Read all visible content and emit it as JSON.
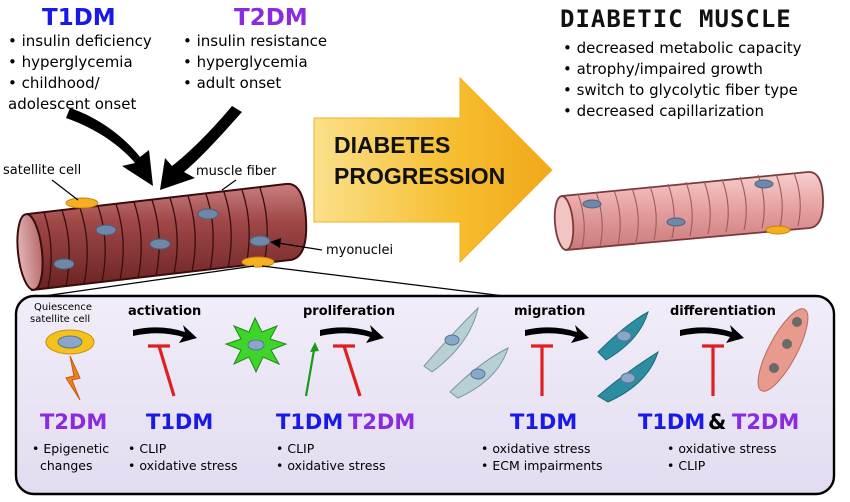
{
  "top_left": {
    "t1dm": {
      "title": "T1DM",
      "bullets": [
        "• insulin deficiency",
        "• hyperglycemia",
        "• childhood/",
        "adolescent onset"
      ]
    },
    "t2dm": {
      "title": "T2DM",
      "bullets": [
        "• insulin resistance",
        "• hyperglycemia",
        "• adult onset"
      ]
    },
    "labels": {
      "satellite_cell": "satellite cell",
      "muscle_fiber": "muscle fiber",
      "myonuclei": "myonuclei"
    }
  },
  "center": {
    "line1": "DIABETES",
    "line2": "PROGRESSION"
  },
  "right": {
    "title": "DIABETIC MUSCLE",
    "bullets": [
      "• decreased metabolic capacity",
      "• atrophy/impaired growth",
      "• switch to glycolytic fiber type",
      "• decreased capillarization"
    ]
  },
  "panel": {
    "quiescence": [
      "Quiescence",
      "satellite cell"
    ],
    "steps": {
      "activation": "activation",
      "proliferation": "proliferation",
      "migration": "migration",
      "differentiation": "differentiation"
    },
    "groups": {
      "g1": {
        "title": "T2DM",
        "items": [
          "• Epigenetic",
          "changes"
        ]
      },
      "g2": {
        "title": "T1DM",
        "items": [
          "• CLIP",
          "• oxidative stress"
        ]
      },
      "g3": {
        "title_a": "T1DM",
        "title_b": "T2DM",
        "items": [
          "• CLIP",
          "• oxidative stress"
        ]
      },
      "g4": {
        "title": "T1DM",
        "items": [
          "• oxidative stress",
          "• ECM impairments"
        ]
      },
      "g5": {
        "title_a": "T1DM",
        "amp": "&",
        "title_b": "T2DM",
        "items": [
          "• oxidative stress",
          "• CLIP"
        ]
      }
    }
  },
  "colors": {
    "t1dm": "#1a1ae6",
    "t2dm": "#8a2be2",
    "healthy_muscle": "#8b3a3a",
    "diabetic_muscle": "#e9a6a6",
    "progression_arrow": "#f5b82a",
    "panel_bg": "#ece6f6",
    "inhibit": "#e02020",
    "promote": "#1a9a1a"
  }
}
